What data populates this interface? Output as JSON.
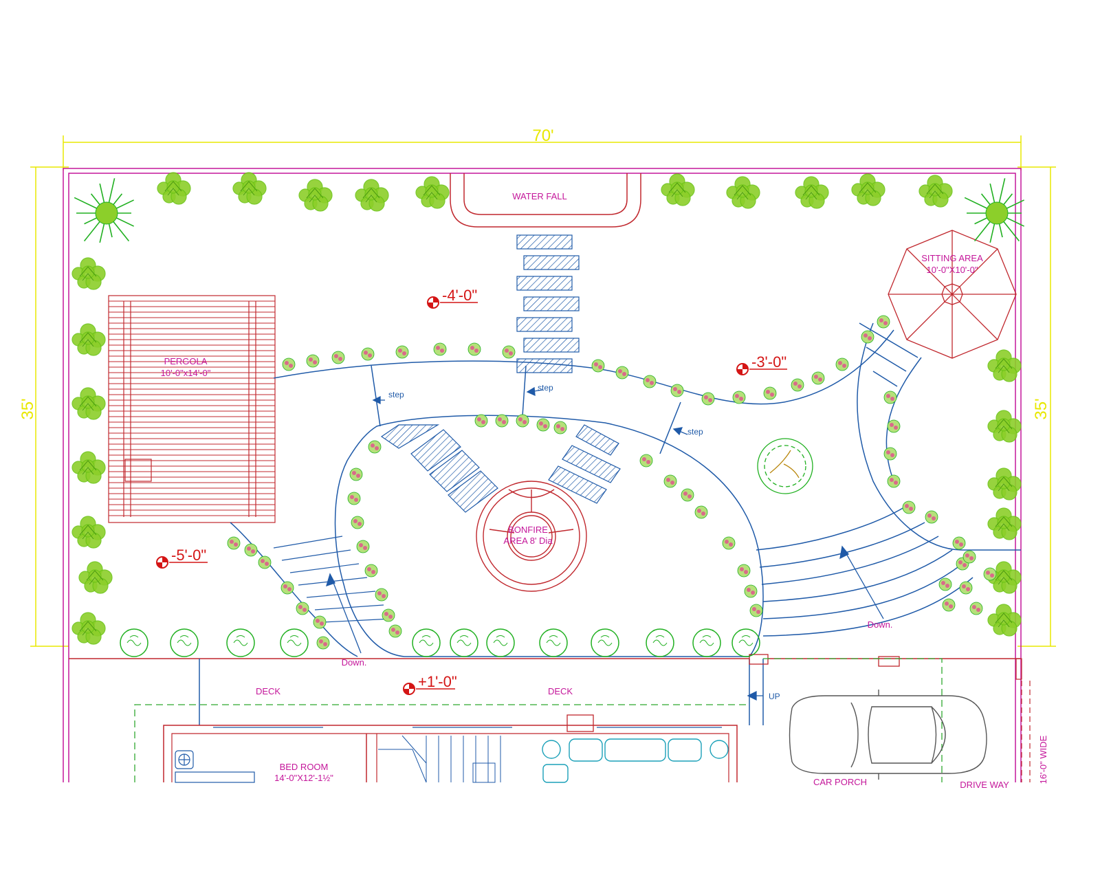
{
  "dimensions": {
    "width": "70'",
    "height_left": "35'",
    "height_right": "35'"
  },
  "labels": {
    "water_fall": "WATER FALL",
    "sitting_area": "SITTING AREA",
    "sitting_area_size": "10'-0\"X10'-0\"",
    "pergola": "PERGOLA",
    "pergola_size": "10'-0\"x14'-0\"",
    "bonfire": "BONFIRE",
    "bonfire_size": "AREA 8' Dia",
    "deck_left": "DECK",
    "deck_right": "DECK",
    "bed_room": "BED ROOM",
    "bed_room_size": "14'-0\"X12'-1½\"",
    "car_porch": "CAR PORCH",
    "drive_way": "DRIVE WAY",
    "drive_width": "16'-0\" WIDE",
    "step_1": "step",
    "step_2": "step",
    "step_3": "step",
    "down_left": "Down.",
    "down_right": "Down.",
    "up": "UP"
  },
  "levels": {
    "upper": "-4'-0\"",
    "right": "-3'-0\"",
    "lower": "-5'-0\"",
    "deck": "+1'-0\""
  },
  "colors": {
    "boundary": "#c4169a",
    "dimension": "#e8e800",
    "path": "#1f5aa8",
    "structure": "#c0272d",
    "tree": "#6cc417",
    "shrub": "#20b020",
    "flower": "#d96b8a",
    "deck_outline": "#2ea82e",
    "furniture": "#1aa0b8"
  }
}
